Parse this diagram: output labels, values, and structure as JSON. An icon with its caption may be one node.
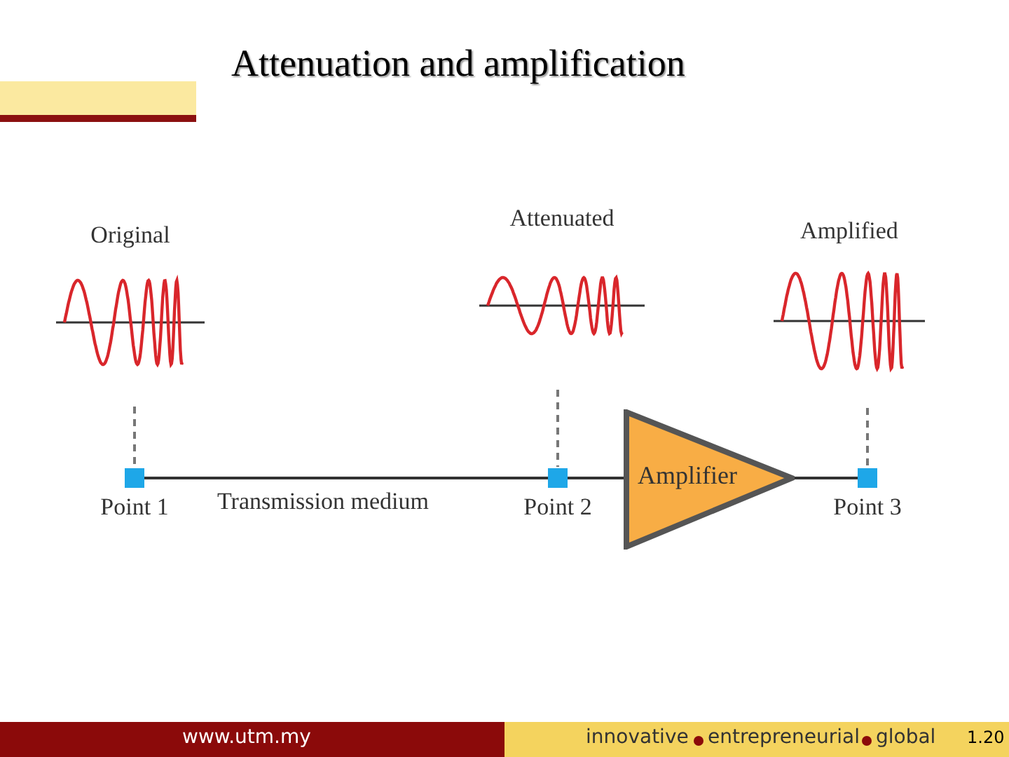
{
  "diagram": {
    "title": "Attenuation and amplification",
    "nodes": [
      {
        "text": [
          "Point 1"
        ]
      },
      {
        "text": [
          "Point 2"
        ]
      },
      {
        "text": [
          "Amplifier"
        ]
      },
      {
        "text": [
          "Point 3"
        ]
      },
      {
        "text": [
          "Original"
        ]
      },
      {
        "text": [
          "Attenuated"
        ]
      },
      {
        "text": [
          "Amplified"
        ]
      }
    ],
    "edges": [
      {
        "from": 0,
        "to": 1,
        "arrow": "none",
        "label": "Transmission medium"
      },
      {
        "from": 1,
        "to": 2,
        "arrow": "none"
      },
      {
        "from": 2,
        "to": 3,
        "arrow": "none"
      },
      {
        "from": 4,
        "to": 0,
        "arrow": "none",
        "style": "dashed"
      },
      {
        "from": 5,
        "to": 1,
        "arrow": "none",
        "style": "dashed"
      },
      {
        "from": 6,
        "to": 3,
        "arrow": "none",
        "style": "dashed"
      }
    ],
    "labels": [
      "www.utm.my",
      "innovative",
      "entrepreneurial",
      "global",
      "1.20"
    ]
  }
}
